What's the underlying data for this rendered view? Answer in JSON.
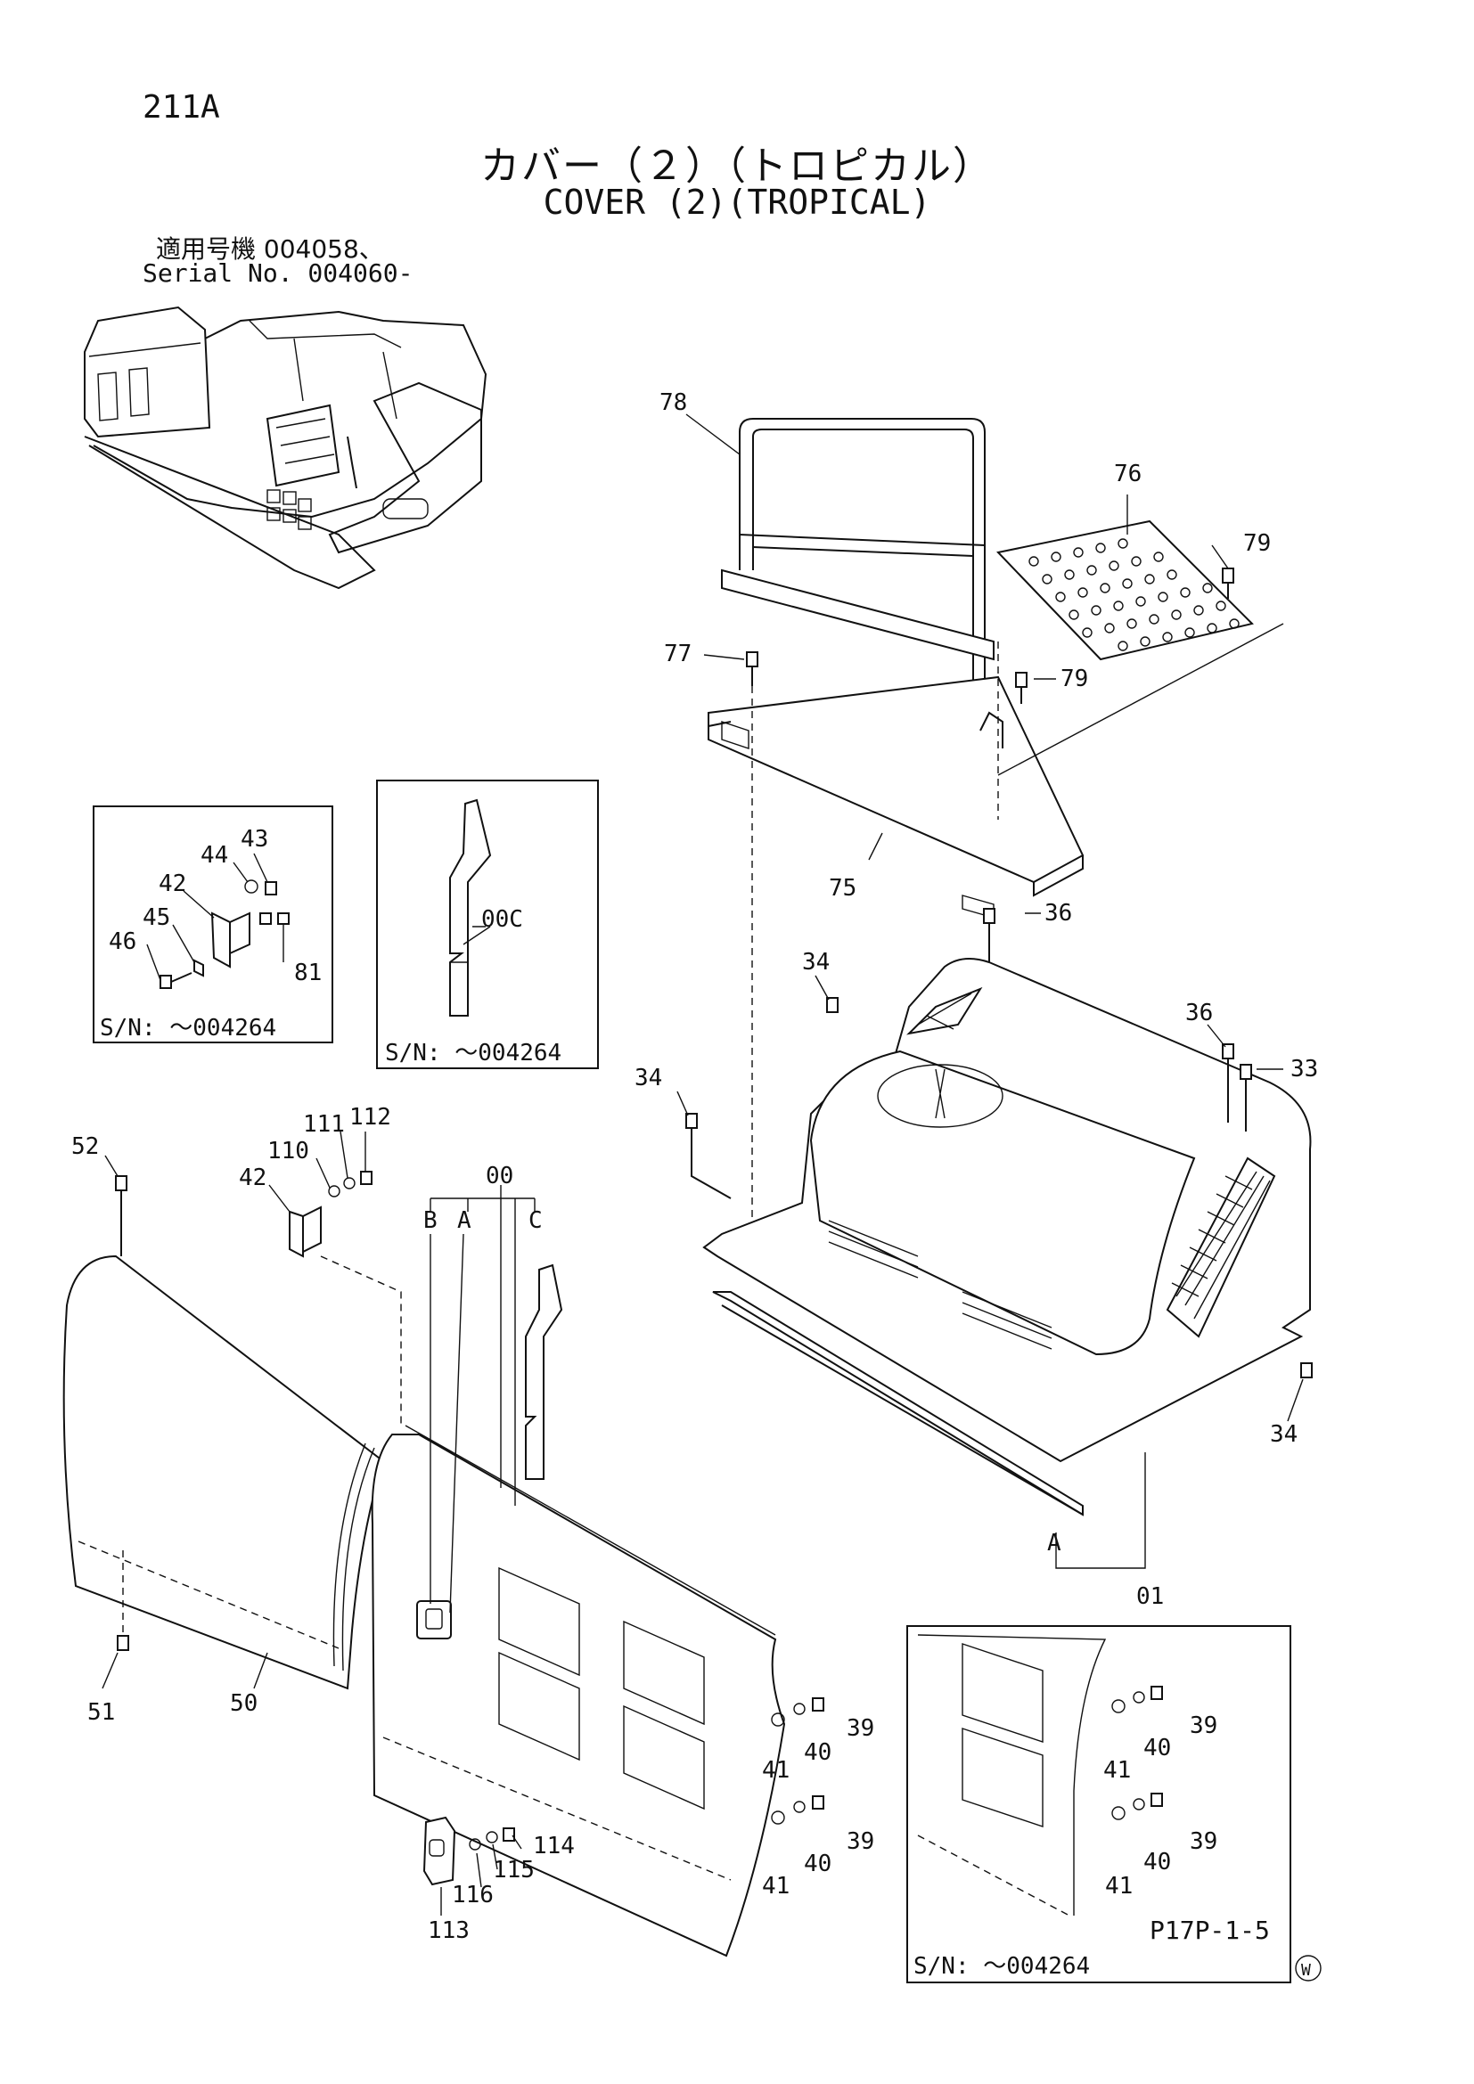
{
  "page_code": "211A",
  "title_jp": "カバー（２）（トロピカル）",
  "title_en": "COVER (2)(TROPICAL)",
  "serial_line1": "適用号機 004058、",
  "serial_line2": "Serial No. 004060-",
  "footer_code": "P17P-1-5",
  "inset_note": "S/N: ～004264",
  "callouts": {
    "c78": "78",
    "c76": "76",
    "c79a": "79",
    "c79b": "79",
    "c77": "77",
    "c75": "75",
    "c36a": "36",
    "c34a": "34",
    "c36b": "36",
    "c33": "33",
    "c34b": "34",
    "c34c": "34",
    "cA1": "A",
    "c01": "01",
    "c43": "43",
    "c44": "44",
    "c42a": "42",
    "c45": "45",
    "c46": "46",
    "c81": "81",
    "c00C": "00C",
    "c52": "52",
    "c111": "111",
    "c112": "112",
    "c110": "110",
    "c42b": "42",
    "c00": "00",
    "cB": "B",
    "cA2": "A",
    "cC": "C",
    "c51": "51",
    "c50": "50",
    "c41a": "41",
    "c40a": "40",
    "c39a": "39",
    "c41b": "41",
    "c40b": "40",
    "c39b": "39",
    "c114": "114",
    "c115": "115",
    "c116": "116",
    "c113": "113",
    "c39c": "39",
    "c40c": "40",
    "c41c": "41",
    "c39d": "39",
    "c40d": "40",
    "c41d": "41"
  },
  "mark_w": "W"
}
